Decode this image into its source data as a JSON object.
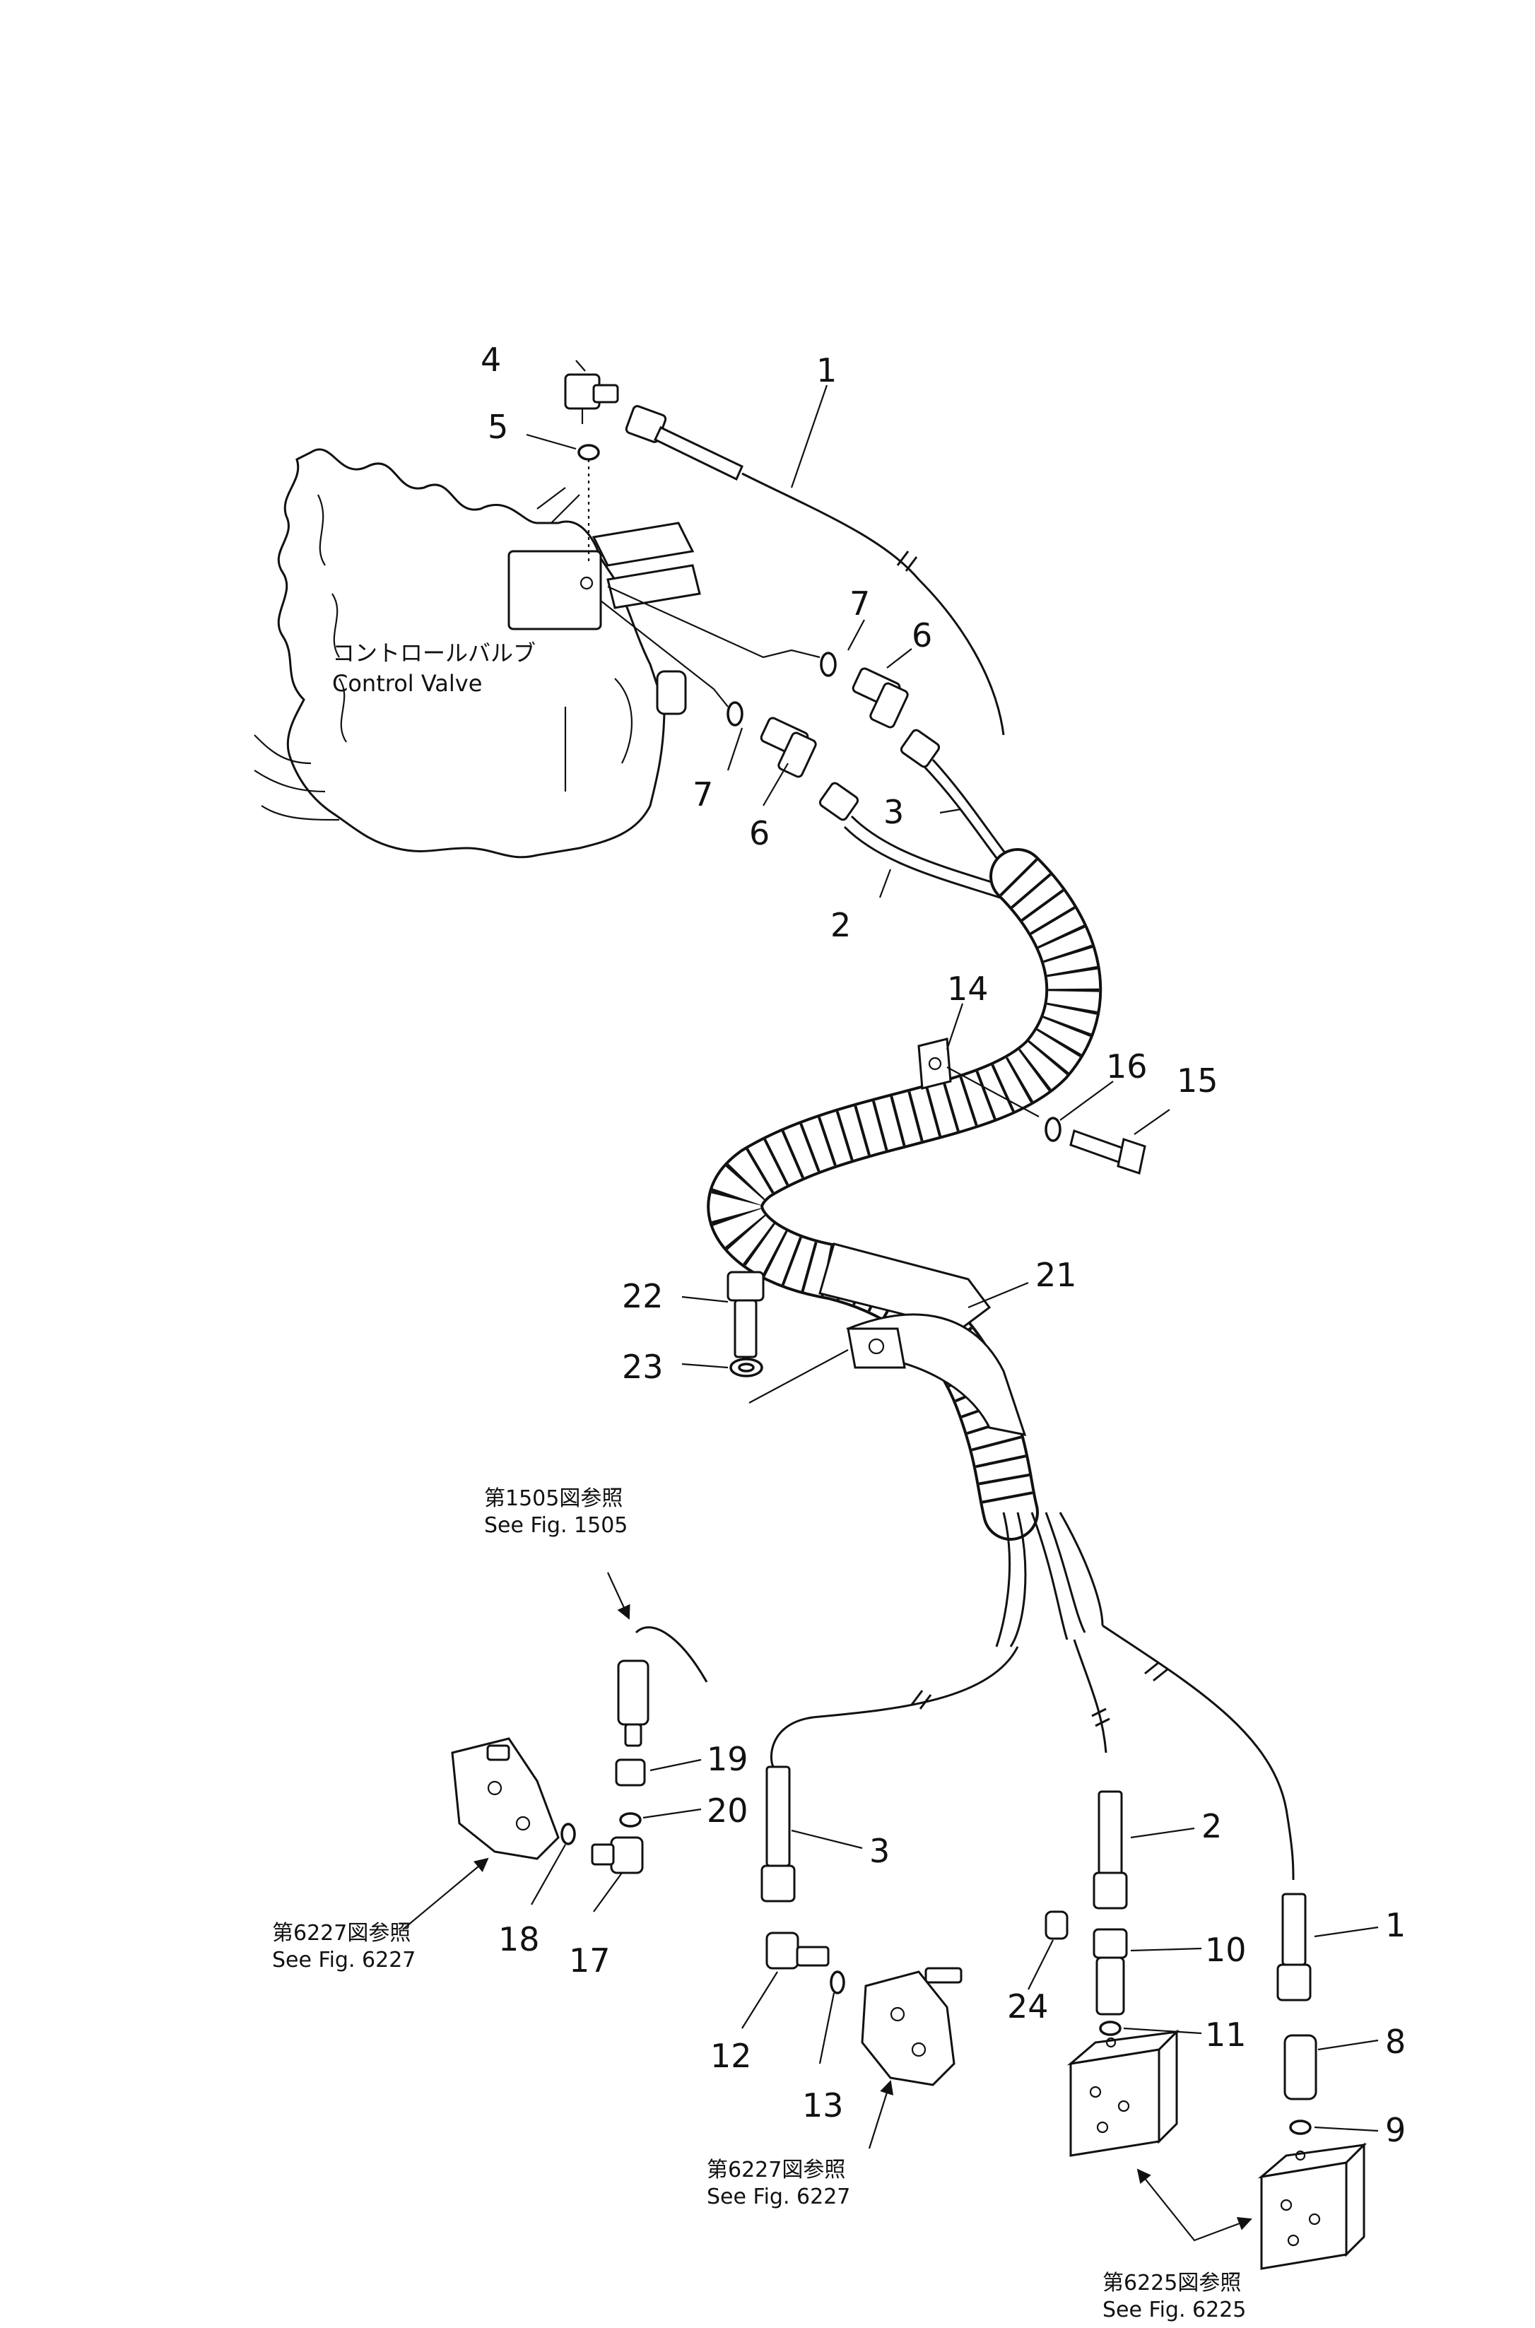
{
  "labels": {
    "control_valve_jp": "コントロールバルブ",
    "control_valve_en": "Control Valve"
  },
  "callouts": {
    "c1a": "1",
    "c1b": "1",
    "c2a": "2",
    "c2b": "2",
    "c3a": "3",
    "c3b": "3",
    "c4": "4",
    "c5": "5",
    "c6a": "6",
    "c6b": "6",
    "c7a": "7",
    "c7b": "7",
    "c8": "8",
    "c9": "9",
    "c10": "10",
    "c11": "11",
    "c12": "12",
    "c13": "13",
    "c14": "14",
    "c15": "15",
    "c16": "16",
    "c17": "17",
    "c18": "18",
    "c19": "19",
    "c20": "20",
    "c21": "21",
    "c22": "22",
    "c23": "23",
    "c24": "24"
  },
  "references": {
    "fig1505_jp": "第1505図参照",
    "fig1505_en": "See Fig. 1505",
    "fig6227a_jp": "第6227図参照",
    "fig6227a_en": "See Fig. 6227",
    "fig6227b_jp": "第6227図参照",
    "fig6227b_en": "See Fig. 6227",
    "fig6225_jp": "第6225図参照",
    "fig6225_en": "See Fig. 6225"
  }
}
